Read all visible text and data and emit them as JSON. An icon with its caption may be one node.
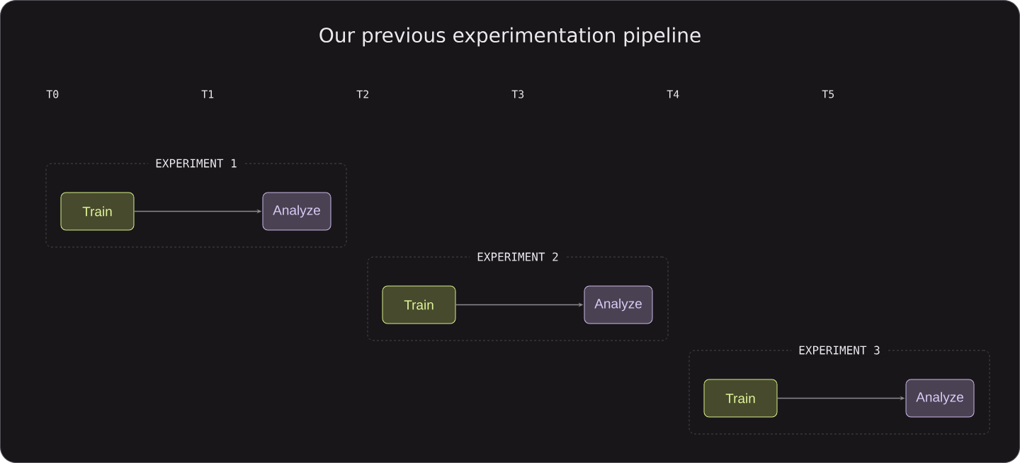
{
  "diagram": {
    "title": "Our previous experimentation pipeline",
    "nodes": [
      {
        "text": [
          "EXPERIMENT 1"
        ]
      },
      {
        "text": [
          "Train"
        ],
        "in": 0
      },
      {
        "text": [
          "Analyze"
        ],
        "in": 0
      },
      {
        "text": [
          "EXPERIMENT 2"
        ]
      },
      {
        "text": [
          "Train"
        ],
        "in": 3
      },
      {
        "text": [
          "Analyze"
        ],
        "in": 3
      },
      {
        "text": [
          "EXPERIMENT 3"
        ]
      },
      {
        "text": [
          "Train"
        ],
        "in": 6
      },
      {
        "text": [
          "Analyze"
        ],
        "in": 6
      }
    ],
    "edges": [
      {
        "from": 1,
        "to": 2,
        "arrow": "to"
      },
      {
        "from": 4,
        "to": 5,
        "arrow": "to"
      },
      {
        "from": 7,
        "to": 8,
        "arrow": "to"
      }
    ],
    "labels": [
      "T0",
      "T1",
      "T2",
      "T3",
      "T4",
      "T5"
    ]
  }
}
